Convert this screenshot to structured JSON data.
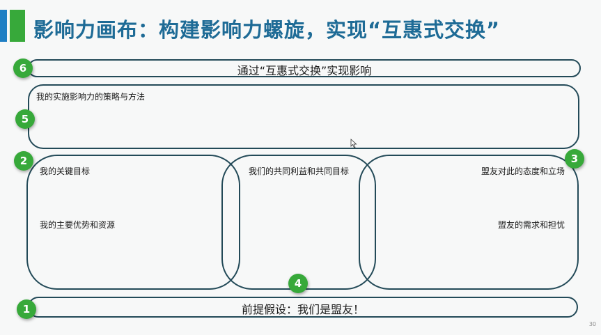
{
  "title": "影响力画布：构建影响力螺旋，实现“互惠式交换”",
  "rows": {
    "row6": "通过“互惠式交换”实现影响",
    "row5": "我的实施影响力的策略与方法",
    "row2_goals": "我的关键目标",
    "row2_resources": "我的主要优势和资源",
    "row4_common": "我们的共同利益和共同目标",
    "row3_stance": "盟友对此的态度和立场",
    "row3_needs": "盟友的需求和担忧",
    "row1": "前提假设：我们是盟友！"
  },
  "badges": {
    "b1": "1",
    "b2": "2",
    "b3": "3",
    "b4": "4",
    "b5": "5",
    "b6": "6"
  },
  "page_number": "30",
  "colors": {
    "accent_blue": "#1f7fc4",
    "accent_green": "#37a93a",
    "title": "#1e6b96",
    "frame": "#234a58"
  }
}
